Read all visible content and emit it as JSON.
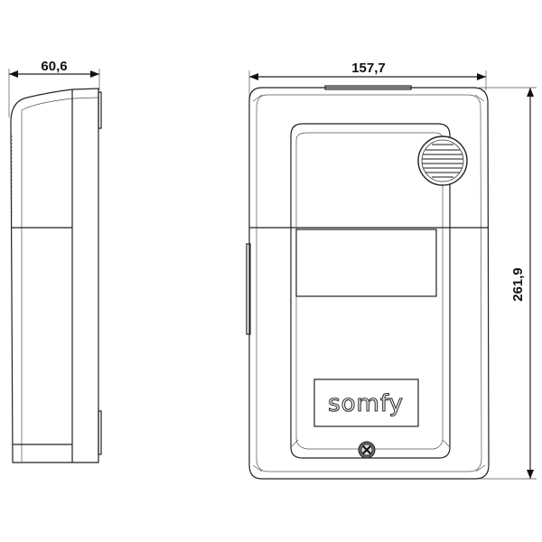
{
  "dimensions": {
    "depth": "60,6",
    "width": "157,7",
    "height": "261,9"
  },
  "logo": "somfy",
  "colors": {
    "line": "#222222",
    "background": "#ffffff"
  }
}
